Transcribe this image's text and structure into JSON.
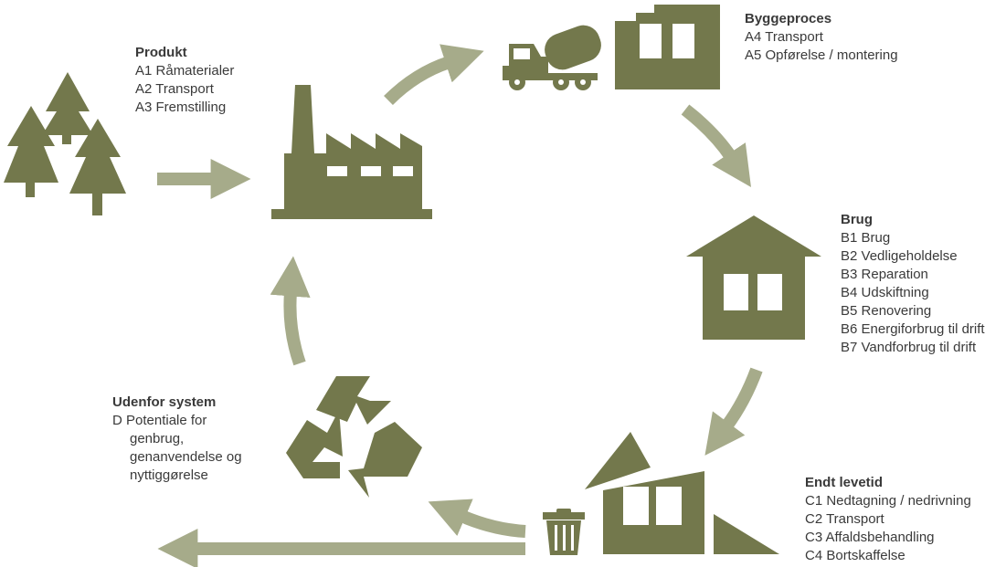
{
  "colors": {
    "icon": "#73784c",
    "arrow": "#a6ab8a",
    "text": "#3a3a3a",
    "background": "#ffffff"
  },
  "stages": {
    "product": {
      "title": "Produkt",
      "lines": [
        "A1 Råmaterialer",
        "A2 Transport",
        "A3 Fremstilling"
      ]
    },
    "construction": {
      "title": "Byggeproces",
      "lines": [
        "A4 Transport",
        "A5 Opførelse / montering"
      ]
    },
    "use": {
      "title": "Brug",
      "lines": [
        "B1 Brug",
        "B2 Vedligeholdelse",
        "B3 Reparation",
        "B4 Udskiftning",
        "B5 Renovering",
        "B6 Energiforbrug til drift",
        "B7 Vandforbrug til drift"
      ]
    },
    "end_of_life": {
      "title": "Endt levetid",
      "lines": [
        "C1 Nedtagning / nedrivning",
        "C2 Transport",
        "C3 Affaldsbehandling",
        "C4 Bortskaffelse"
      ]
    },
    "outside": {
      "title": "Udenfor system",
      "lines": [
        "D Potentiale for",
        "genbrug,",
        "genanvendelse og",
        "nyttiggørelse"
      ]
    }
  },
  "icons": [
    "trees-icon",
    "factory-icon",
    "cement-truck-icon",
    "building-icon",
    "house-icon",
    "demolished-house-icon",
    "trash-can-icon",
    "recycle-icon"
  ]
}
